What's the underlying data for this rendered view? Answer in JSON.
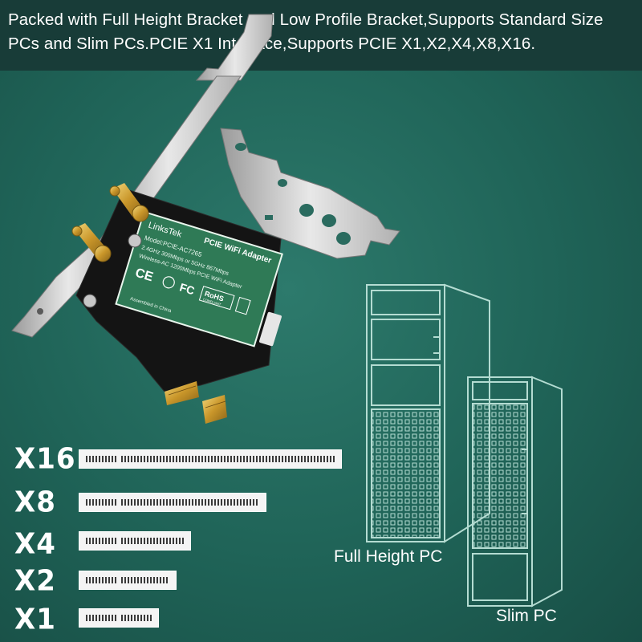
{
  "banner": {
    "text": "Packed with Full Height Bracket and Low Profile Bracket,Supports Standard Size PCs and Slim PCs.PCIE X1 Interface,Supports PCIE X1,X2,X4,X8,X16."
  },
  "card": {
    "brand": "LinksTek",
    "title": "PCIE WiFi Adapter",
    "model": "Model:PCIE-AC7265",
    "bands": "2.4GHz 300Mbps or 5GHz 867Mbps",
    "spec": "Wireless-AC 1200Mbps PCIE WiFi Adapter",
    "assembled": "Assembled in China",
    "rohs": "RoHS",
    "rohs_sub": "COMPLIANT",
    "ce": "CE",
    "fc": "FC"
  },
  "slots": [
    {
      "label": "X16"
    },
    {
      "label": "X8"
    },
    {
      "label": "X4"
    },
    {
      "label": "X2"
    },
    {
      "label": "X1"
    }
  ],
  "pcs": {
    "full_height": "Full Height PC",
    "slim": "Slim PC"
  },
  "colors": {
    "background": "#1f6357",
    "banner": "#183c38",
    "card_label": "#2f7a56",
    "gold": "#d9a930"
  }
}
